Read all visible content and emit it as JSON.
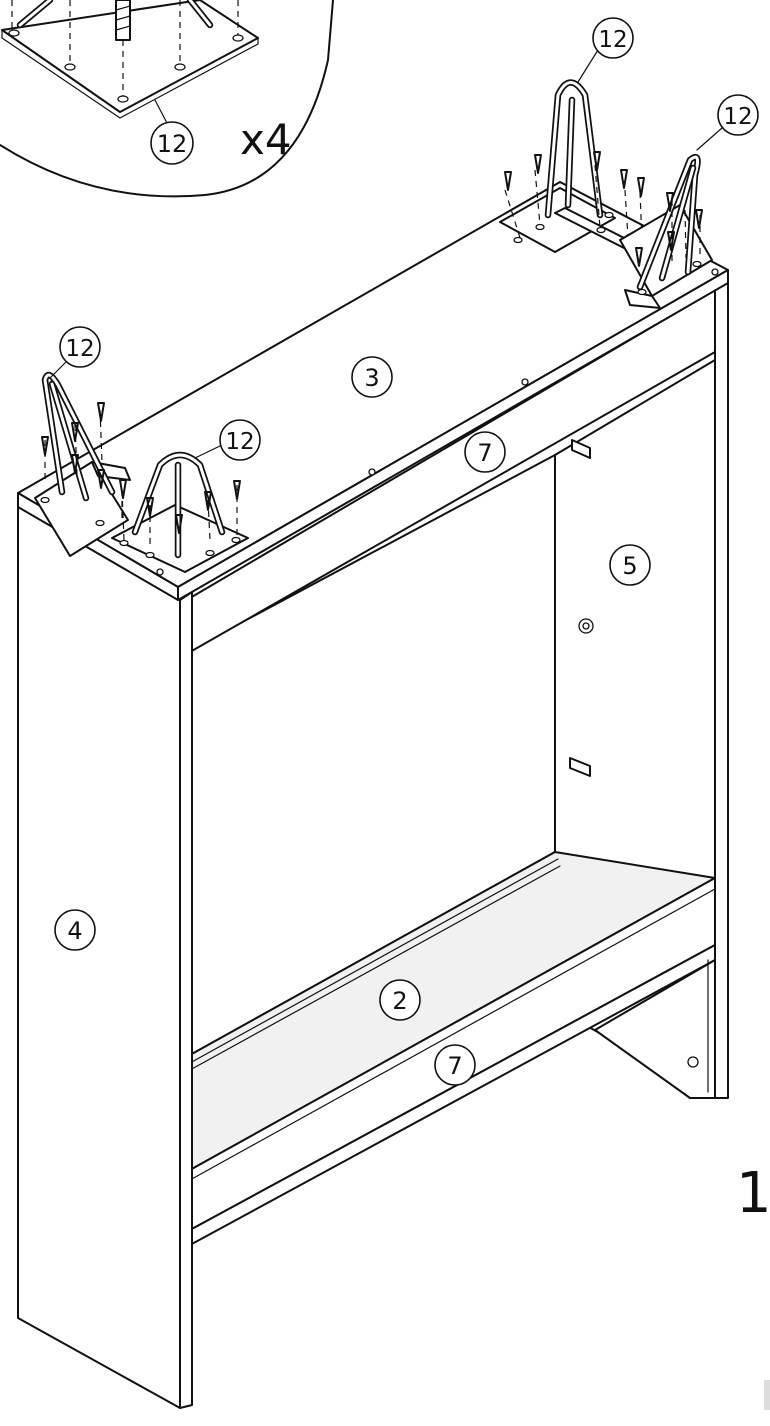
{
  "diagram": {
    "detail_quantity": "x4",
    "step_number": "1",
    "parts": {
      "part_2": "2",
      "part_3": "3",
      "part_4": "4",
      "part_5": "5",
      "part_7": "7",
      "part_12": "12"
    }
  }
}
